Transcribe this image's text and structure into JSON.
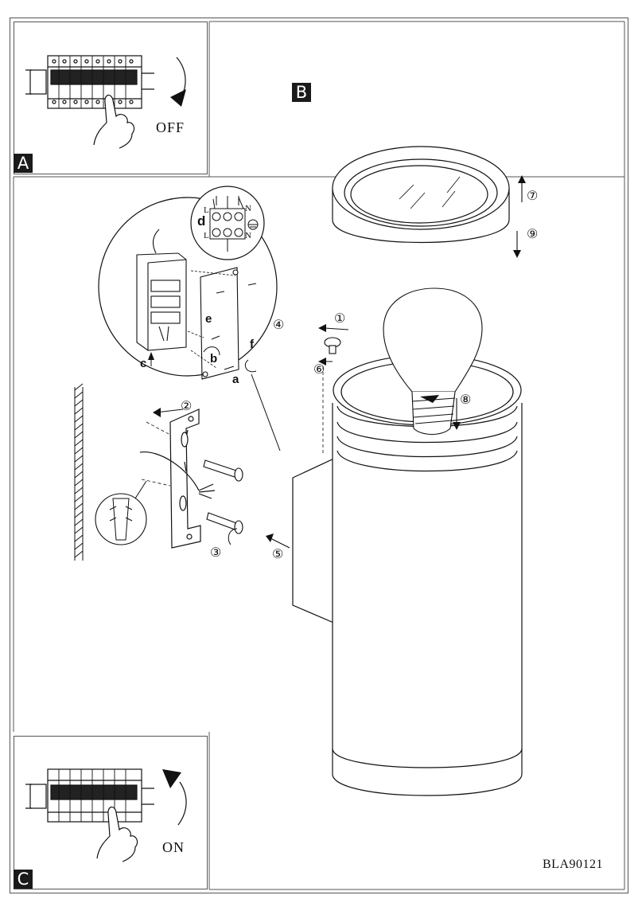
{
  "panels": {
    "a": {
      "tag": "A",
      "state_label": "OFF"
    },
    "b": {
      "tag": "B"
    },
    "c": {
      "tag": "C",
      "state_label": "ON"
    }
  },
  "steps": [
    "①",
    "②",
    "③",
    "④",
    "⑤",
    "⑥",
    "⑦",
    "⑧",
    "⑨"
  ],
  "parts": {
    "a": "a",
    "b": "b",
    "c": "c",
    "d": "d",
    "e": "e",
    "f": "f"
  },
  "terminal_labels": {
    "l_top": "L",
    "l_bottom": "L",
    "n_top": "N",
    "n_bottom": "N"
  },
  "doc_code": "BLA90121"
}
